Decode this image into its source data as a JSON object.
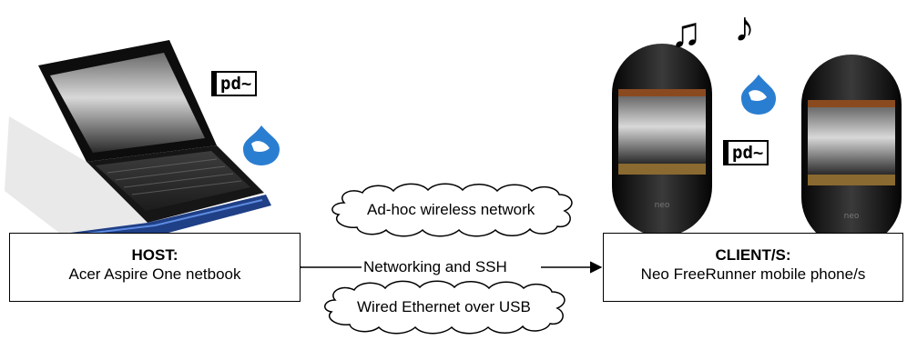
{
  "host": {
    "title": "HOST:",
    "subtitle": "Acer Aspire One netbook"
  },
  "client": {
    "title": "CLIENT/S:",
    "subtitle": "Neo FreeRunner mobile phone/s"
  },
  "links": {
    "wireless": "Ad-hoc wireless network",
    "networking": "Networking and SSH",
    "wired": "Wired Ethernet over USB"
  },
  "logos": {
    "puredata_host": "pd~",
    "puredata_client": "pd~"
  },
  "icons": [
    "laptop-icon",
    "puredata-logo",
    "drupal-drop-icon",
    "music-notes-icon",
    "phone-icon"
  ],
  "colors": {
    "drop_blue": "#2a7ed1",
    "laptop_blue": "#1f3f86",
    "phone_black": "#1a1a1a"
  }
}
